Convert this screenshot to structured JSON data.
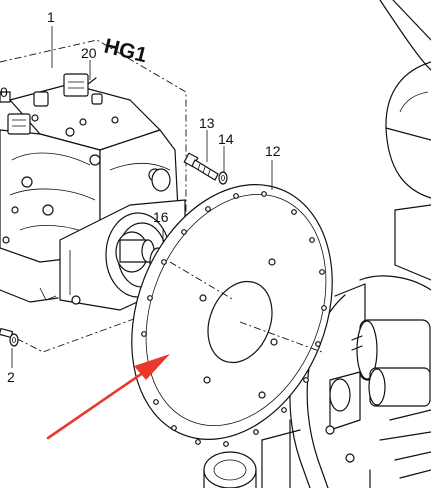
{
  "title": "HG1",
  "callouts": [
    "1",
    "20",
    "0",
    "13",
    "14",
    "12",
    "16",
    "2"
  ],
  "colors": {
    "line": "#111111",
    "background": "#ffffff",
    "arrow": "#e8392b"
  }
}
